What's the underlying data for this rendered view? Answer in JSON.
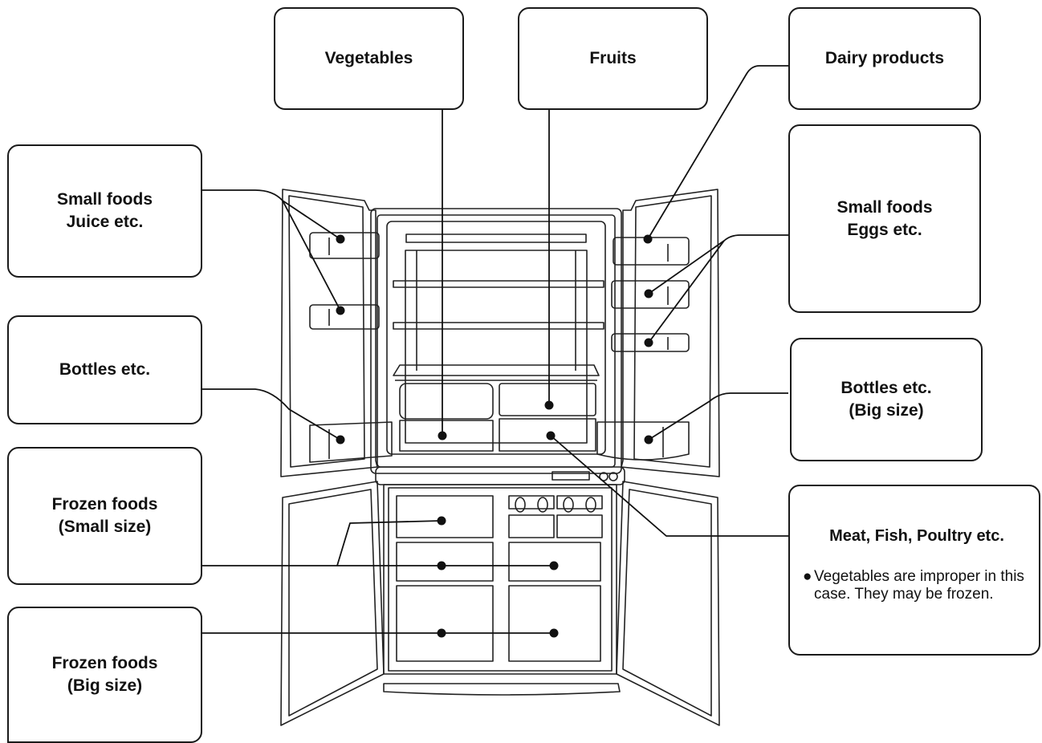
{
  "callouts": {
    "vegetables": "Vegetables",
    "fruits": "Fruits",
    "dairy": "Dairy products",
    "small_juice": [
      "Small foods",
      "Juice etc."
    ],
    "small_eggs": [
      "Small foods",
      "Eggs etc."
    ],
    "bottles": "Bottles etc.",
    "bottles_big": [
      "Bottles etc.",
      "(Big size)"
    ],
    "frozen_small": [
      "Frozen foods",
      "(Small size)"
    ],
    "frozen_big": [
      "Frozen foods",
      "(Big size)"
    ],
    "meat": {
      "title": "Meat, Fish, Poultry etc.",
      "bullet": "●",
      "note": "Vegetables are improper in this case. They may be frozen."
    }
  }
}
